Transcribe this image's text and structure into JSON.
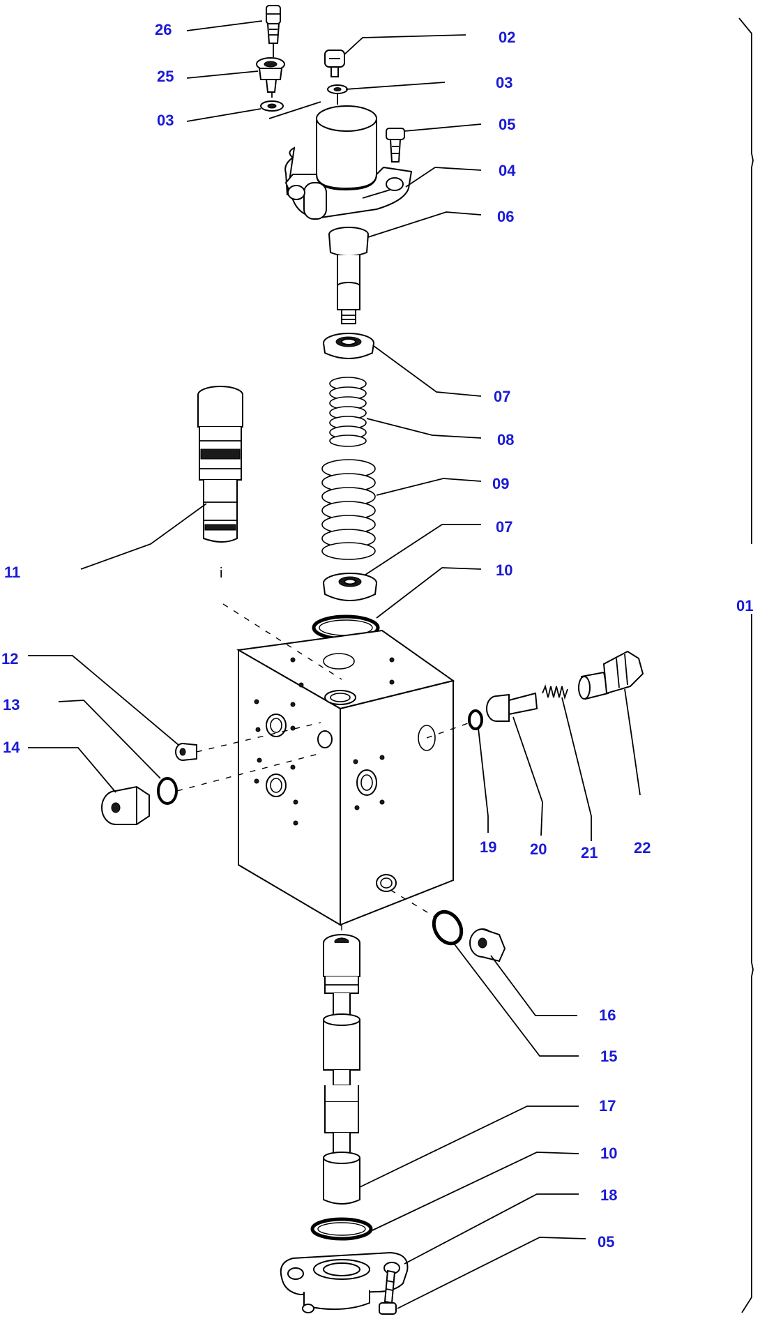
{
  "callouts": {
    "c26": "26",
    "c25": "25",
    "c03a": "03",
    "c02": "02",
    "c03b": "03",
    "c05a": "05",
    "c04": "04",
    "c06": "06",
    "c07a": "07",
    "c08": "08",
    "c09": "09",
    "c07b": "07",
    "c10a": "10",
    "c11": "11",
    "c12": "12",
    "c13": "13",
    "c14": "14",
    "c19": "19",
    "c20": "20",
    "c21": "21",
    "c22": "22",
    "c16": "16",
    "c15": "15",
    "c17": "17",
    "c10b": "10",
    "c18": "18",
    "c05b": "05",
    "c01": "01",
    "stray_i": "i"
  },
  "colors": {
    "callout": "#1a1ad6",
    "line": "#000000",
    "background": "#ffffff"
  }
}
